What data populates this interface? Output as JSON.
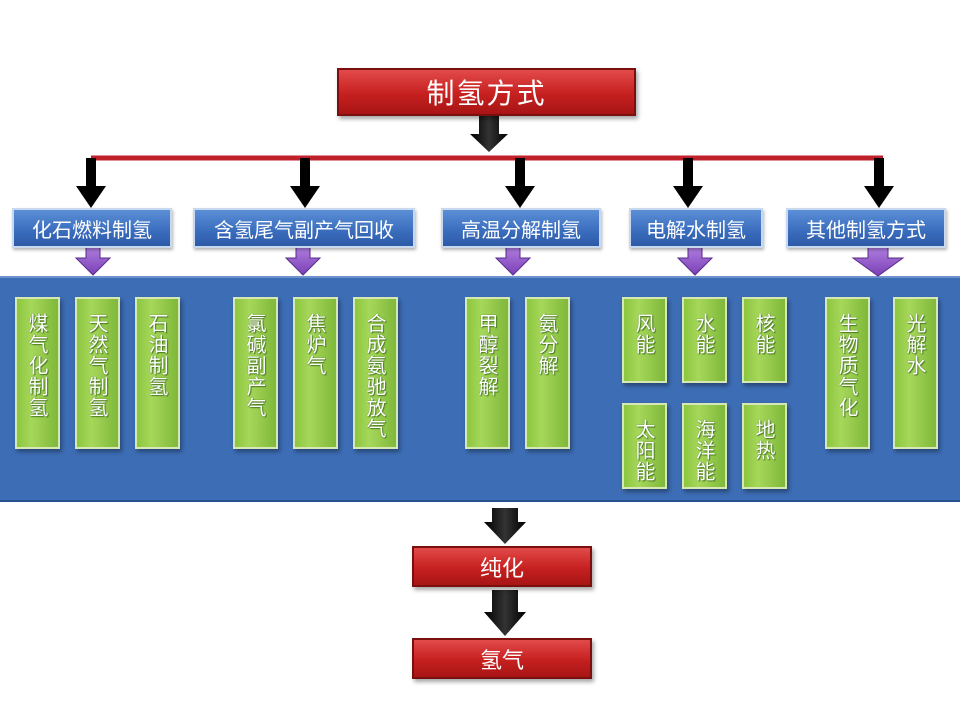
{
  "title": "制氢方式",
  "categories": [
    {
      "label": "化石燃料制氢",
      "items": [
        "煤气化制氢",
        "天然气制氢",
        "石油制氢"
      ]
    },
    {
      "label": "含氢尾气副产气回收",
      "items": [
        "氯碱副产气",
        "焦炉气",
        "合成氨驰放气"
      ]
    },
    {
      "label": "高温分解制氢",
      "items": [
        "甲醇裂解",
        "氨分解"
      ]
    },
    {
      "label": "电解水制氢",
      "items": [
        "风能",
        "水能",
        "核能",
        "太阳能",
        "海洋能",
        "地热"
      ]
    },
    {
      "label": "其他制氢方式",
      "items": [
        "生物质气化",
        "光解水"
      ]
    }
  ],
  "purify": "纯化",
  "hydrogen": "氢气",
  "colors": {
    "title_red": "#c62020",
    "label_blue": "#3a6cbd",
    "panel_blue": "#3d6db5",
    "item_green": "#8cc63f",
    "arrow_purple": "#8a4fc4",
    "connector_red": "#c0202a"
  }
}
